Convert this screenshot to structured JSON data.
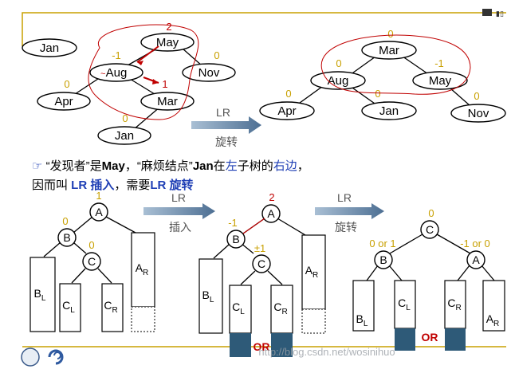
{
  "top_example": {
    "before_tree": {
      "root": {
        "label": "May",
        "bf": "2"
      },
      "left": {
        "label": "Aug",
        "bf": "-1"
      },
      "right": {
        "label": "Nov",
        "bf": "0"
      },
      "left_left": {
        "label": "Apr",
        "bf": "0"
      },
      "left_right": {
        "label": "Mar",
        "bf": "1"
      },
      "left_right_left": {
        "label": "Jan",
        "bf": "0"
      }
    },
    "list_item": "Jan",
    "rotation_label_top": "LR",
    "rotation_label_bottom": "旋转",
    "after_tree": {
      "root": {
        "label": "Mar",
        "bf": "0"
      },
      "left": {
        "label": "Aug",
        "bf": "0"
      },
      "right": {
        "label": "May",
        "bf": "-1"
      },
      "left_left": {
        "label": "Apr",
        "bf": "0"
      },
      "left_right": {
        "label": "Jan",
        "bf": "0"
      },
      "right_right": {
        "label": "Nov",
        "bf": "0"
      }
    }
  },
  "explanation": {
    "line1_part1": "“发现者”是",
    "line1_discoverer": "May",
    "line1_part2": "，“麻烦结点”",
    "line1_trouble": "Jan",
    "line1_part3": "在",
    "line1_left": "左",
    "line1_part4": "子树的",
    "line1_right": "右边",
    "line1_part5": "，",
    "line2_part1": "因而叫 ",
    "line2_lr": "LR 插入",
    "line2_part2": "，需要",
    "line2_lr2": "LR 旋转"
  },
  "generic": {
    "arrow1_top": "LR",
    "arrow1_bottom": "插入",
    "arrow2_top": "LR",
    "arrow2_bottom": "旋转",
    "stage1": {
      "A_bf": "1",
      "B_bf": "0",
      "C_bf": "0",
      "A": "A",
      "B": "B",
      "C": "C"
    },
    "stage2": {
      "A_bf": "2",
      "B_bf": "-1",
      "C_bf": "±1",
      "A": "A",
      "B": "B",
      "C": "C"
    },
    "stage3": {
      "C_bf": "0",
      "B_bf": "0 or 1",
      "A_bf": "-1 or 0",
      "A": "A",
      "B": "B",
      "C": "C"
    },
    "or_label_mid": "OR",
    "or_label_right": "OR",
    "subtree_BL": "B",
    "subtree_CL": "C",
    "subtree_CR": "C",
    "subtree_AR": "A",
    "sub_L": "L",
    "sub_R": "R"
  },
  "watermark": "http://blog.csdn.net/wosinihuo",
  "colors": {
    "accent": "#1f3fb5",
    "bf": "#c8a000",
    "red": "#c00000",
    "fill_dark": "#2e5a78",
    "arrow": "#5a7ea0"
  }
}
